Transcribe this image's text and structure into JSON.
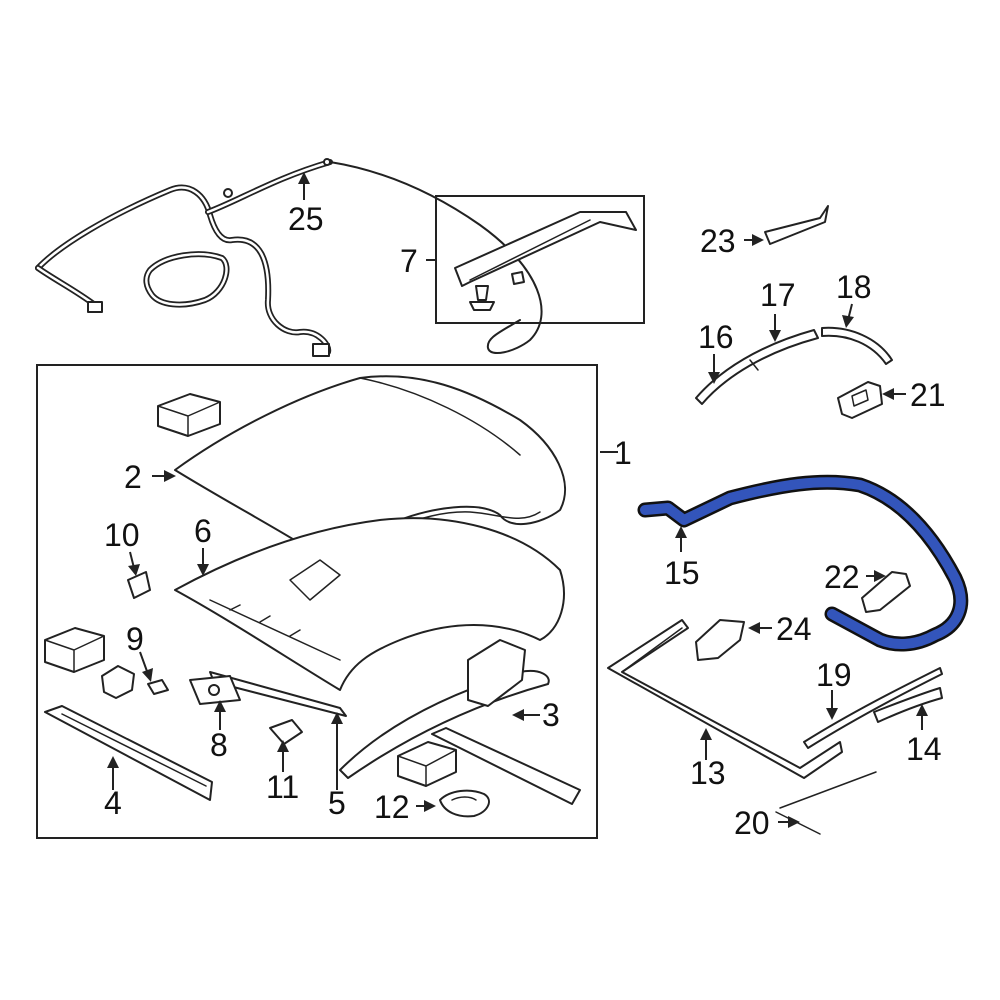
{
  "highlight_color": "#3355bb",
  "callouts": [
    {
      "id": "1",
      "label": "1"
    },
    {
      "id": "2",
      "label": "2"
    },
    {
      "id": "3",
      "label": "3"
    },
    {
      "id": "4",
      "label": "4"
    },
    {
      "id": "5",
      "label": "5"
    },
    {
      "id": "6",
      "label": "6"
    },
    {
      "id": "7",
      "label": "7"
    },
    {
      "id": "8",
      "label": "8"
    },
    {
      "id": "9",
      "label": "9"
    },
    {
      "id": "10",
      "label": "10"
    },
    {
      "id": "11",
      "label": "11"
    },
    {
      "id": "12",
      "label": "12"
    },
    {
      "id": "13",
      "label": "13"
    },
    {
      "id": "14",
      "label": "14"
    },
    {
      "id": "15",
      "label": "15",
      "highlighted": true
    },
    {
      "id": "16",
      "label": "16"
    },
    {
      "id": "17",
      "label": "17"
    },
    {
      "id": "18",
      "label": "18"
    },
    {
      "id": "19",
      "label": "19"
    },
    {
      "id": "20",
      "label": "20"
    },
    {
      "id": "21",
      "label": "21"
    },
    {
      "id": "22",
      "label": "22"
    },
    {
      "id": "23",
      "label": "23"
    },
    {
      "id": "24",
      "label": "24"
    },
    {
      "id": "25",
      "label": "25"
    }
  ]
}
